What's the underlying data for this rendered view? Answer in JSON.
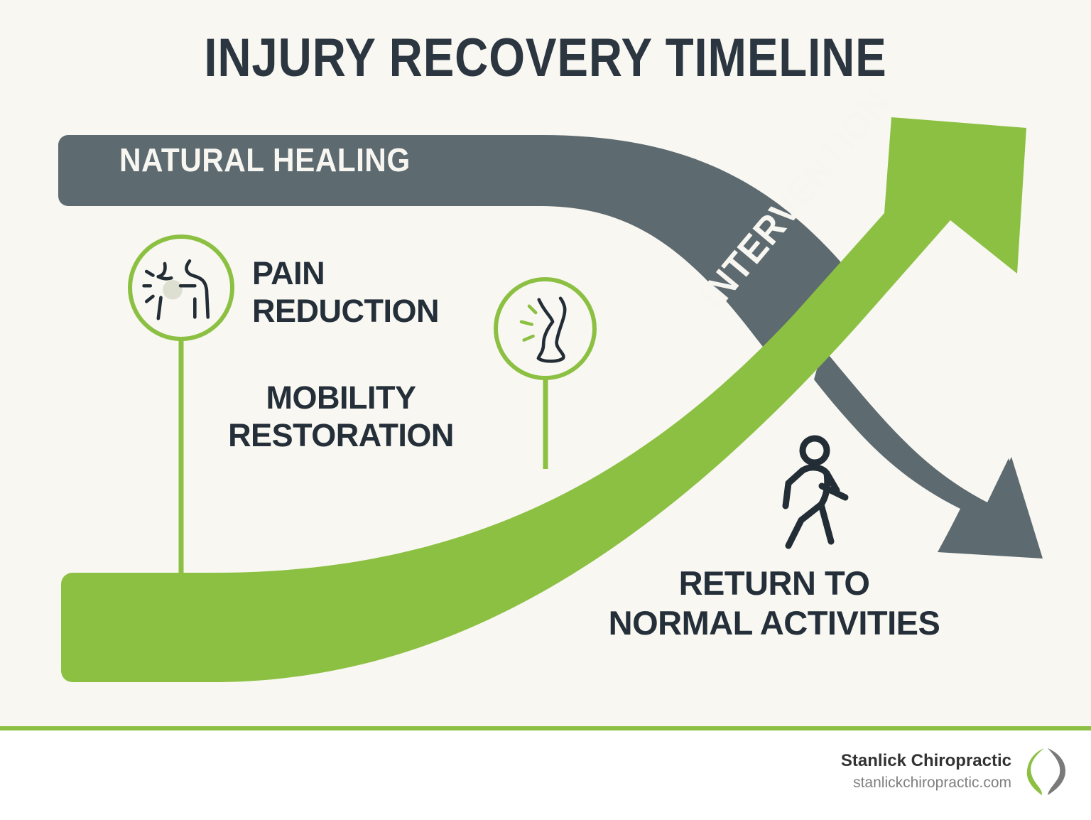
{
  "page": {
    "title": "INJURY RECOVERY TIMELINE",
    "background_color": "#f8f7f1",
    "accent_green": "#8cc043",
    "accent_gray": "#5d6a70",
    "text_dark": "#242f39",
    "divider_color": "#8cc043"
  },
  "paths": {
    "natural_healing": {
      "label": "NATURAL HEALING",
      "color": "#5d6a70",
      "description": "gray band starting flat at upper left then curving down to the right, ending in a down-right arrowhead"
    },
    "intervention": {
      "label": "INTERVENTION",
      "color": "#8cc043",
      "description": "green band starting flat at lower left then curving up to the right, ending in an up-right arrowhead"
    }
  },
  "milestones": [
    {
      "label_line1": "PAIN",
      "label_line2": "REDUCTION",
      "icon": "shoulder-pain-icon",
      "align": "left"
    },
    {
      "label_line1": "MOBILITY",
      "label_line2": "RESTORATION",
      "icon": "leg-mobility-icon",
      "align": "center"
    },
    {
      "label_line1": "RETURN TO",
      "label_line2": "NORMAL ACTIVITIES",
      "icon": "walking-person-icon",
      "align": "center"
    }
  ],
  "footer": {
    "brand_name": "Stanlick Chiropractic",
    "website": "stanlickchiropractic.com",
    "logo": "stanlick-flame-logo",
    "logo_green": "#8cc043",
    "logo_gray": "#7a7a7a"
  }
}
